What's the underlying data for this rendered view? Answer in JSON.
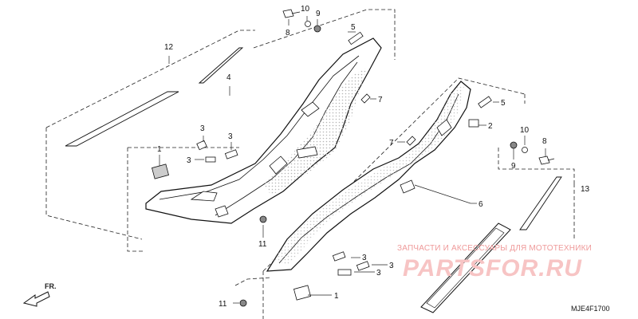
{
  "diagram_code": "MJE4F1700",
  "watermark": {
    "caption": "ЗАПЧАСТИ И АКСЕССУАРЫ ДЛЯ МОТОТЕХНИКИ",
    "brand": "PARTSFOR.RU"
  },
  "direction_label": "FR.",
  "callouts": {
    "c1": "1",
    "c1b": "1",
    "c2": "2",
    "c3a": "3",
    "c3b": "3",
    "c3c": "3",
    "c3d": "3",
    "c3e": "3",
    "c3f": "3",
    "c4": "4",
    "c5a": "5",
    "c5b": "5",
    "c6": "6",
    "c7a": "7",
    "c7b": "7",
    "c8a": "8",
    "c8b": "8",
    "c9a": "9",
    "c9b": "9",
    "c10a": "10",
    "c10b": "10",
    "c11a": "11",
    "c11b": "11",
    "c12": "12",
    "c13": "13"
  },
  "colors": {
    "line": "#111111",
    "dot_fill": "#c8c8c8",
    "watermark": "#f3b8b8"
  }
}
